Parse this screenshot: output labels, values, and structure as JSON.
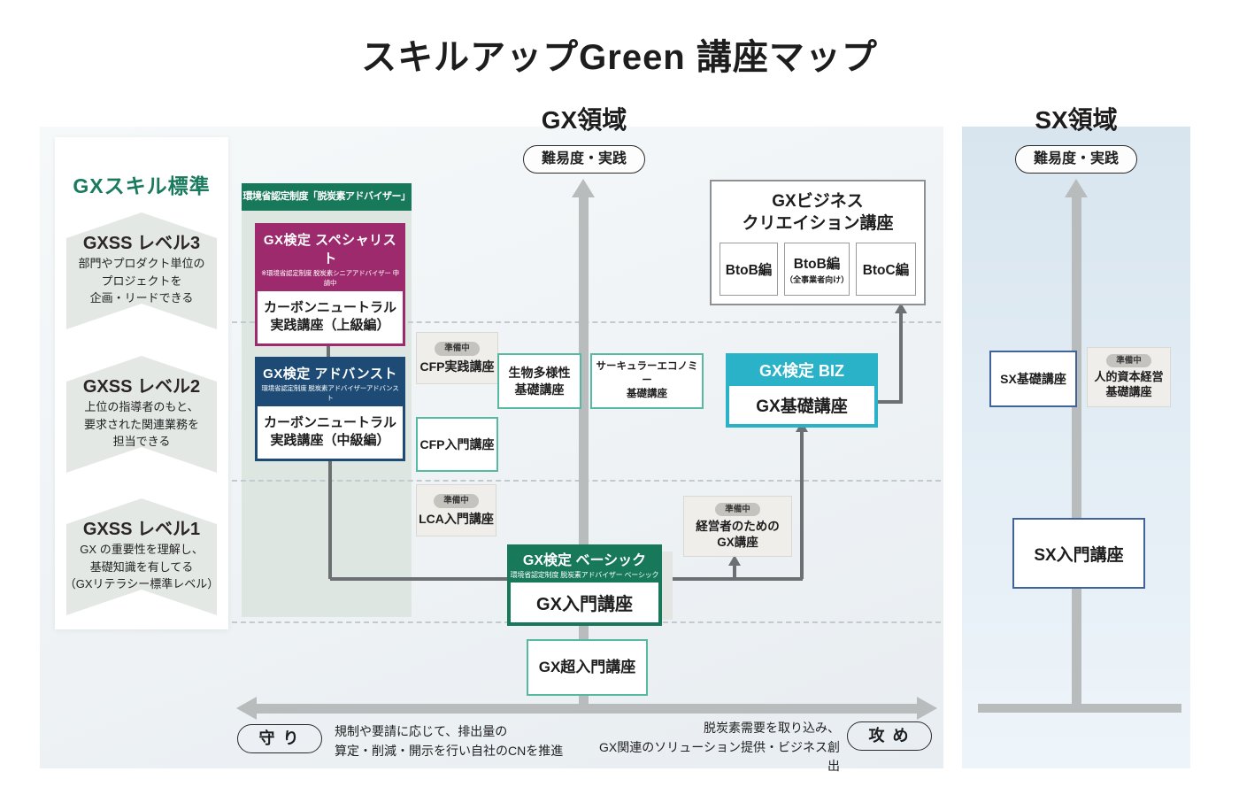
{
  "title": "スキルアップGreen 講座マップ",
  "gx": {
    "region_label": "GX領域",
    "axis_label": "難易度・実践",
    "skill_standard": {
      "title": "GXスキル標準",
      "levels": [
        {
          "name": "GXSS レベル3",
          "desc": "部門やプロダクト単位の\nプロジェクトを\n企画・リードできる"
        },
        {
          "name": "GXSS レベル2",
          "desc": "上位の指導者のもと、\n要求された関連業務を\n担当できる"
        },
        {
          "name": "GXSS レベル1",
          "desc": "GX の重要性を理解し、\n基礎知識を有してる\n（GXリテラシー標準レベル）"
        }
      ]
    },
    "moe_header": "環境省認定制度「脱炭素アドバイザー」",
    "specialist": {
      "title": "GX検定 スペシャリスト",
      "subtitle": "※環境省認定制度 脱炭素シニアアドバイザー 申請中",
      "course": "カーボンニュートラル\n実践講座（上級編）"
    },
    "advanced": {
      "title": "GX検定 アドバンスト",
      "subtitle": "環境省認定制度 脱炭素アドバイザーアドバンスト",
      "course": "カーボンニュートラル\n実践講座（中級編）"
    },
    "basic": {
      "title": "GX検定 ベーシック",
      "subtitle": "環境省認定制度 脱炭素アドバイザー ベーシック",
      "course": "GX入門講座"
    },
    "biz": {
      "title": "GX検定 BIZ",
      "course": "GX基礎講座"
    },
    "business_creation": {
      "title": "GXビジネス\nクリエイション講座",
      "editions": [
        {
          "label": "BtoB編",
          "note": ""
        },
        {
          "label": "BtoB編",
          "note": "（全事業者向け）"
        },
        {
          "label": "BtoC編",
          "note": ""
        }
      ]
    },
    "courses": {
      "cfp_practice": {
        "status": "準備中",
        "label": "CFP実践講座"
      },
      "biodiversity": {
        "label": "生物多様性\n基礎講座"
      },
      "circular": {
        "label": "サーキュラーエコノミー\n基礎講座"
      },
      "cfp_intro": {
        "label": "CFP入門講座"
      },
      "lca_intro": {
        "status": "準備中",
        "label": "LCA入門講座"
      },
      "executive": {
        "status": "準備中",
        "label": "経営者のための\nGX講座"
      },
      "super_intro": {
        "label": "GX超入門講座"
      }
    },
    "axis": {
      "left_pill": "守 り",
      "left_desc": "規制や要請に応じて、排出量の\n算定・削減・開示を行い自社のCNを推進",
      "right_pill": "攻 め",
      "right_desc": "脱炭素需要を取り込み、\nGX関連のソリューション提供・ビジネス創出"
    }
  },
  "sx": {
    "region_label": "SX領域",
    "axis_label": "難易度・実践",
    "courses": {
      "sx_basic": {
        "label": "SX基礎講座"
      },
      "human_capital": {
        "status": "準備中",
        "label": "人的資本経営\n基礎講座"
      },
      "sx_intro": {
        "label": "SX入門講座"
      }
    }
  },
  "colors": {
    "green": "#17795a",
    "magenta": "#9e2a6e",
    "navy": "#1d4b76",
    "cyan": "#29b2c8",
    "teal_border": "#57b9a1",
    "sx_border": "#41639b",
    "axis_gray": "#b9bcbc",
    "connector": "#6d7073"
  }
}
